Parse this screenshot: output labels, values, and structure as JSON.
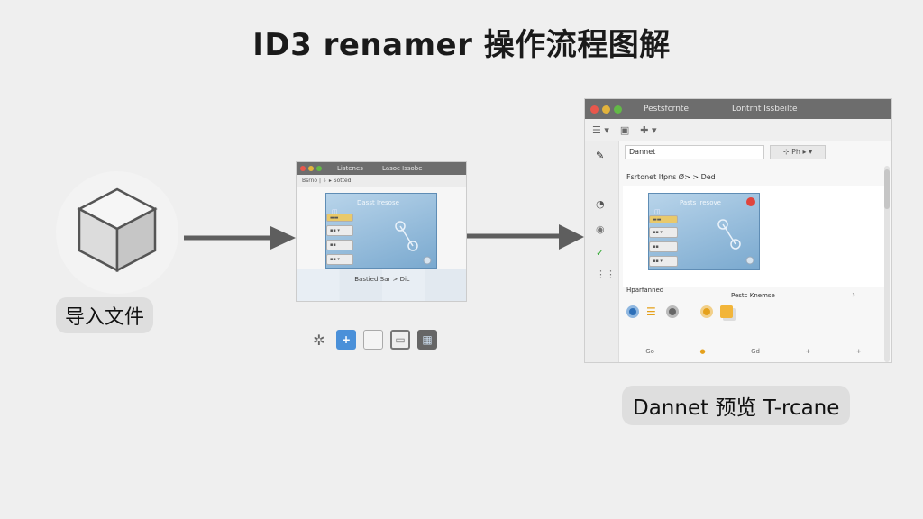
{
  "title": "ID3 renamer 操作流程图解",
  "colors": {
    "accent": "#5b92c4",
    "arrow": "#5e5e5e",
    "window_bar": "#6d6d6d"
  },
  "step1": {
    "label": "导入文件",
    "icon": "cube-icon"
  },
  "step2": {
    "window_title_a": "Listenes",
    "window_title_b": "Lasoc Issobe",
    "toolbar": "Bsrno | ⇩ ▸ Sotted",
    "card_title": "Dasst Iresose",
    "footer": "Bastied Sar > Dic",
    "tools": [
      {
        "icon": "gear-icon",
        "glyph": "✲"
      },
      {
        "icon": "plus-icon",
        "glyph": "+"
      },
      {
        "icon": "blank-icon",
        "glyph": ""
      },
      {
        "icon": "monitor-icon",
        "glyph": "▭"
      },
      {
        "icon": "grid-icon",
        "glyph": "▦"
      }
    ]
  },
  "step3": {
    "label": "Dannet 预览 T-rcane",
    "window_title_a": "Pestsfcrnte",
    "window_title_b": "Lontrnt Issbeilte",
    "search_value": "Dannet",
    "search_tools": "⊹ Ph ▸  ▾",
    "crumb": "Fsrtonet Ifpns Ø> > Ded",
    "card_title": "Pasts Iresove",
    "mid_left": "Hparfanned",
    "mid_right": "Pestc Knemse",
    "bottom": [
      "Go",
      "●",
      "Gd",
      "+",
      "+"
    ]
  }
}
